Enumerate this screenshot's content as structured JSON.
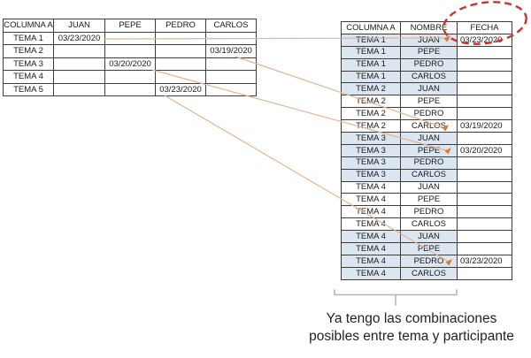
{
  "left_table": {
    "headers": [
      "COLUMNA A",
      "JUAN",
      "PEPE",
      "PEDRO",
      "CARLOS"
    ],
    "rows": [
      {
        "tema": "TEMA 1",
        "cells": [
          "03/23/2020",
          "",
          "",
          ""
        ]
      },
      {
        "tema": "TEMA 2",
        "cells": [
          "",
          "",
          "",
          "03/19/2020"
        ]
      },
      {
        "tema": "TEMA 3",
        "cells": [
          "",
          "03/20/2020",
          "",
          ""
        ]
      },
      {
        "tema": "TEMA 4",
        "cells": [
          "",
          "",
          "",
          ""
        ]
      },
      {
        "tema": "TEMA 5",
        "cells": [
          "",
          "",
          "03/23/2020",
          ""
        ]
      }
    ]
  },
  "right_table": {
    "headers": [
      "COLUMNA A",
      "NOMBRE",
      "FECHA"
    ],
    "rows": [
      {
        "tema": "TEMA 1",
        "nombre": "JUAN",
        "fecha": "03/23/2020",
        "shaded": true
      },
      {
        "tema": "TEMA 1",
        "nombre": "PEPE",
        "fecha": "",
        "shaded": true
      },
      {
        "tema": "TEMA 1",
        "nombre": "PEDRO",
        "fecha": "",
        "shaded": true
      },
      {
        "tema": "TEMA 1",
        "nombre": "CARLOS",
        "fecha": "",
        "shaded": true
      },
      {
        "tema": "TEMA 2",
        "nombre": "JUAN",
        "fecha": "",
        "shaded": true
      },
      {
        "tema": "TEMA 2",
        "nombre": "PEPE",
        "fecha": "",
        "shaded": false
      },
      {
        "tema": "TEMA 2",
        "nombre": "PEDRO",
        "fecha": "",
        "shaded": false
      },
      {
        "tema": "TEMA 2",
        "nombre": "CARLOS",
        "fecha": "03/19/2020",
        "shaded": false
      },
      {
        "tema": "TEMA 3",
        "nombre": "JUAN",
        "fecha": "",
        "shaded": true
      },
      {
        "tema": "TEMA 3",
        "nombre": "PEPE",
        "fecha": "03/20/2020",
        "shaded": true
      },
      {
        "tema": "TEMA 3",
        "nombre": "PEDRO",
        "fecha": "",
        "shaded": true
      },
      {
        "tema": "TEMA 3",
        "nombre": "CARLOS",
        "fecha": "",
        "shaded": true
      },
      {
        "tema": "TEMA 4",
        "nombre": "JUAN",
        "fecha": "",
        "shaded": false
      },
      {
        "tema": "TEMA 4",
        "nombre": "PEPE",
        "fecha": "",
        "shaded": false
      },
      {
        "tema": "TEMA 4",
        "nombre": "PEDRO",
        "fecha": "",
        "shaded": false
      },
      {
        "tema": "TEMA 4",
        "nombre": "CARLOS",
        "fecha": "",
        "shaded": false
      },
      {
        "tema": "TEMA 4",
        "nombre": "JUAN",
        "fecha": "",
        "shaded": true
      },
      {
        "tema": "TEMA 4",
        "nombre": "PEPE",
        "fecha": "",
        "shaded": true
      },
      {
        "tema": "TEMA 4",
        "nombre": "PEDRO",
        "fecha": "03/23/2020",
        "shaded": true
      },
      {
        "tema": "TEMA 4",
        "nombre": "CARLOS",
        "fecha": "",
        "shaded": true
      }
    ]
  },
  "caption": {
    "line1": "Ya tengo las combinaciones",
    "line2": "posibles entre tema y participante"
  },
  "annotations": {
    "fecha_highlight": "dashed red ellipse around FECHA column header",
    "brace": "bracket grouping COLUMNA A and NOMBRE columns",
    "connectors": "orange arrows mapping left-table dates to combination rows"
  },
  "colors": {
    "row_shade": "#dce6f1",
    "connector": "#e7b38f",
    "arrowhead": "#d9772f",
    "highlight_ellipse": "#d32f2f",
    "brace": "#a9b9c9",
    "table_border": "#3d3d3d",
    "text": "#1a1a1a"
  }
}
